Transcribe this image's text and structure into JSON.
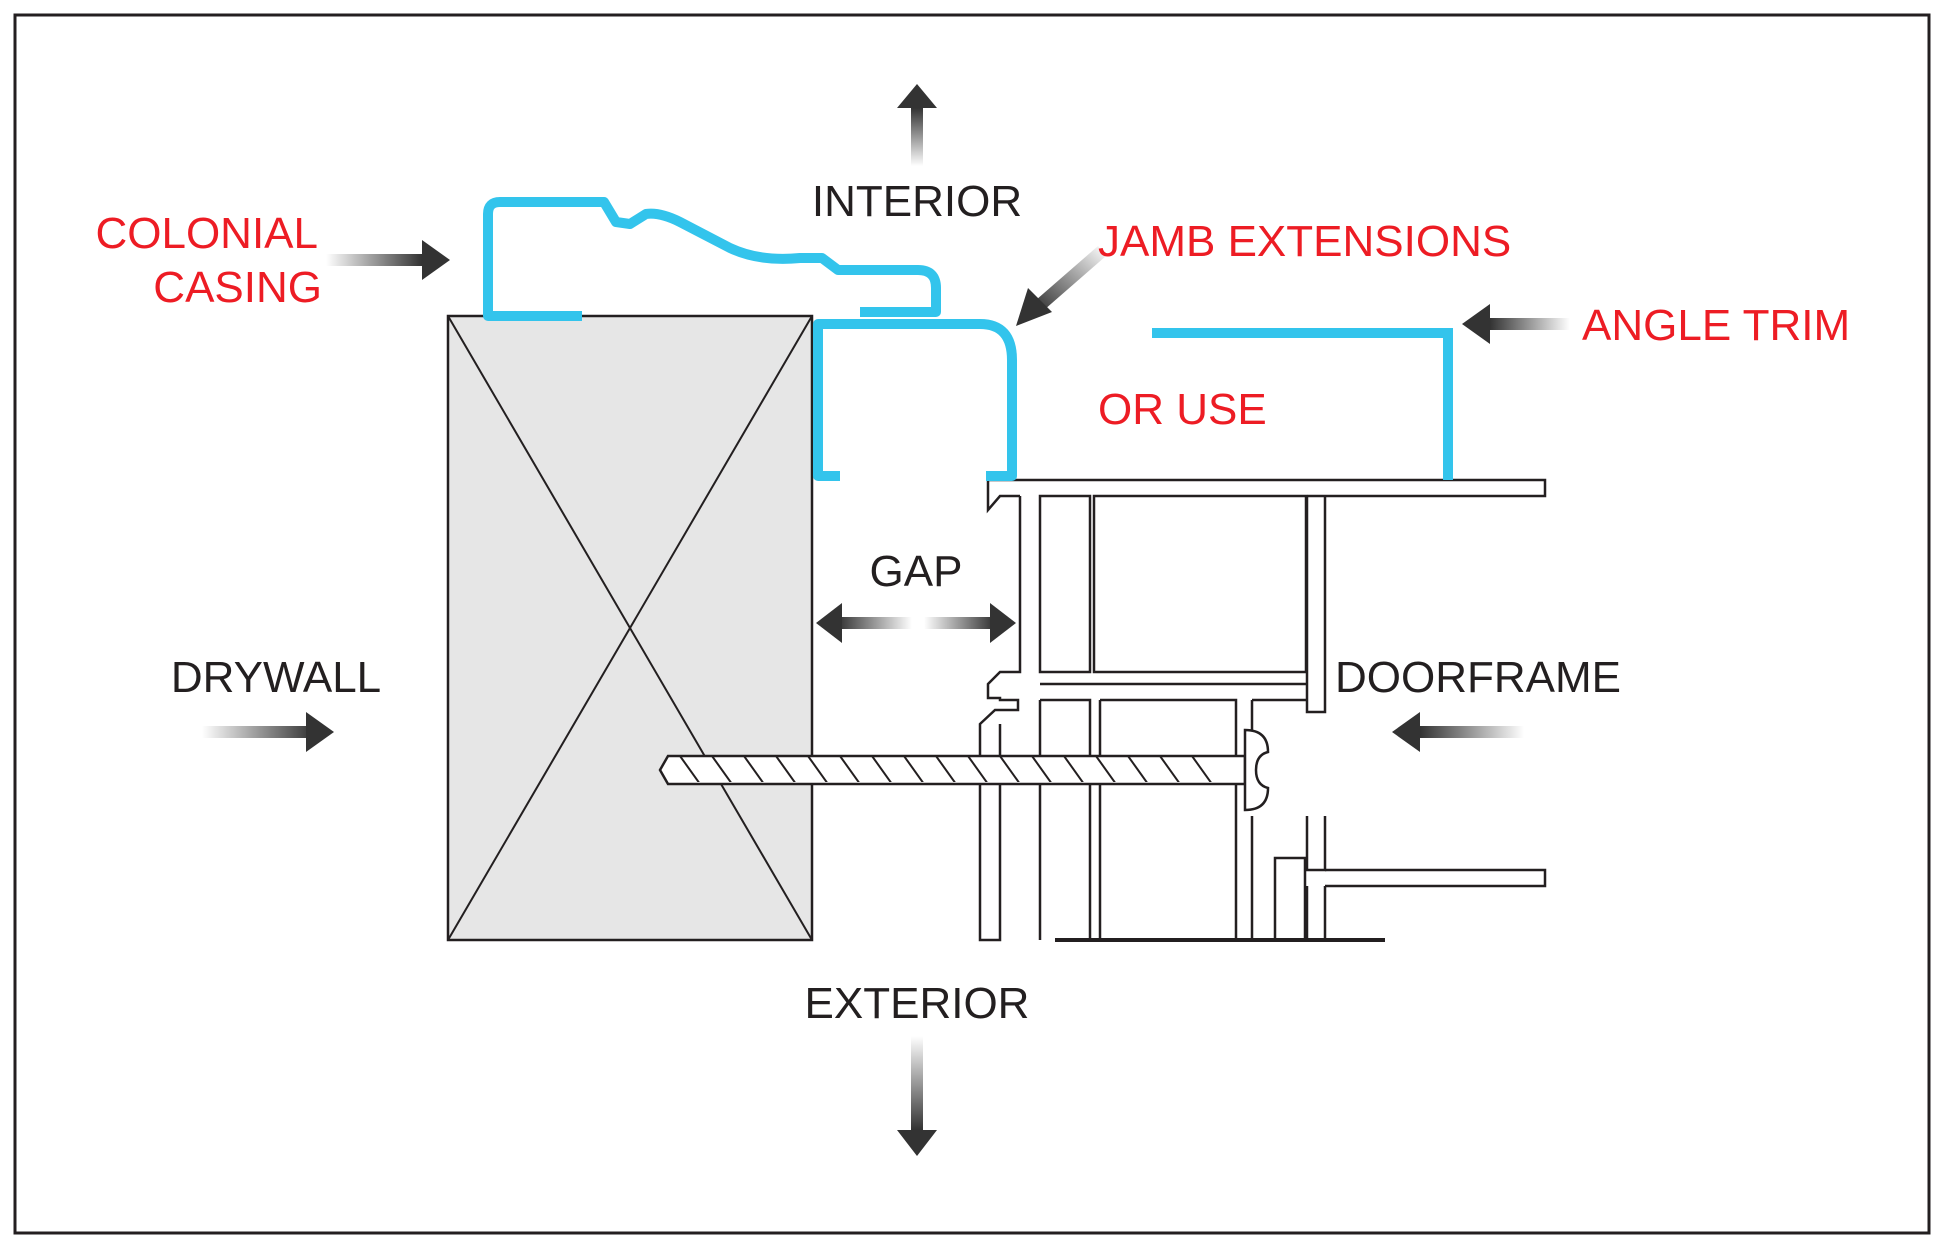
{
  "labels": {
    "colonial_line1": "COLONIAL",
    "colonial_line2": "CASING",
    "interior": "INTERIOR",
    "jamb_extensions": "JAMB EXTENSIONS",
    "angle_trim": "ANGLE TRIM",
    "or_use": "OR USE",
    "gap": "GAP",
    "drywall": "DRYWALL",
    "doorframe": "DOORFRAME",
    "exterior": "EXTERIOR"
  },
  "colors": {
    "trim_blue": "#33c4ec",
    "callout_red": "#ed1c24",
    "text_black": "#231f20",
    "drywall_fill": "#e6e6e6",
    "arrow_dark": "#333333"
  }
}
